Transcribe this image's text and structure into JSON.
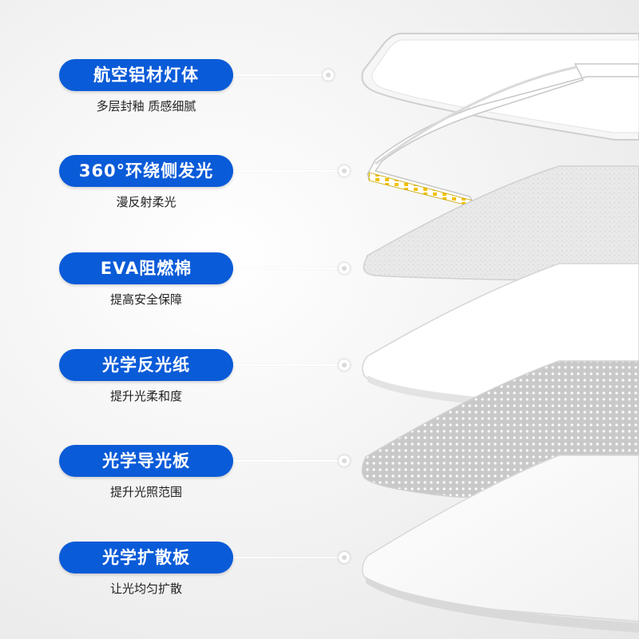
{
  "layers": [
    {
      "title": "航空铝材灯体",
      "subtitle": "多层封釉 质感细腻",
      "icon": "frame-layer"
    },
    {
      "title": "360°环绕侧发光",
      "subtitle": "漫反射柔光",
      "icon": "led-strip-layer"
    },
    {
      "title": "EVA阻燃棉",
      "subtitle": "提高安全保障",
      "icon": "foam-layer"
    },
    {
      "title": "光学反光纸",
      "subtitle": "提升光柔和度",
      "icon": "reflector-layer"
    },
    {
      "title": "光学导光板",
      "subtitle": "提升光照范围",
      "icon": "light-guide-layer"
    },
    {
      "title": "光学扩散板",
      "subtitle": "让光均匀扩散",
      "icon": "diffuser-layer"
    }
  ],
  "colors": {
    "accent": "#0a5bd8",
    "led": "#f2c200"
  }
}
